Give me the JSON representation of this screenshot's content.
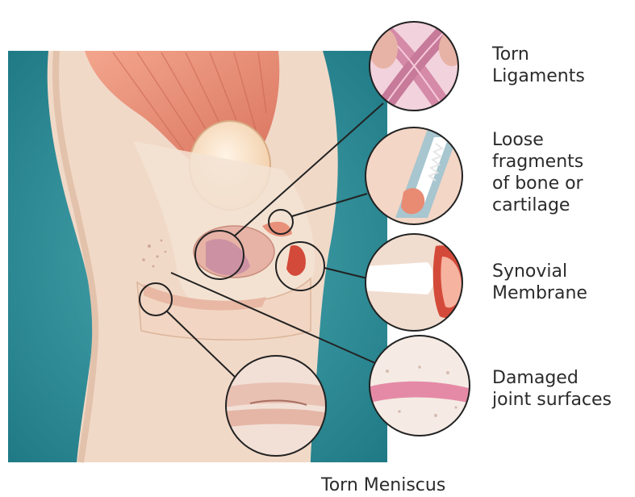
{
  "labels": {
    "torn_ligaments": [
      "Torn",
      "Ligaments"
    ],
    "loose_fragments": [
      "Loose",
      "fragments",
      "of bone or",
      "cartilage"
    ],
    "synovial_membrane": [
      "Synovial",
      "Membrane"
    ],
    "damaged_joint_surfaces": [
      "Damaged",
      "joint surfaces"
    ],
    "torn_meniscus": "Torn Meniscus"
  },
  "colors": {
    "background_teal": "#2f8e98",
    "skin": "#f1d9c8",
    "muscle": "#e8917a",
    "bone": "#f7e6d3",
    "cartilage_pink": "#e58aa6",
    "inflamed_red": "#d44a3a",
    "outline": "#222222"
  }
}
